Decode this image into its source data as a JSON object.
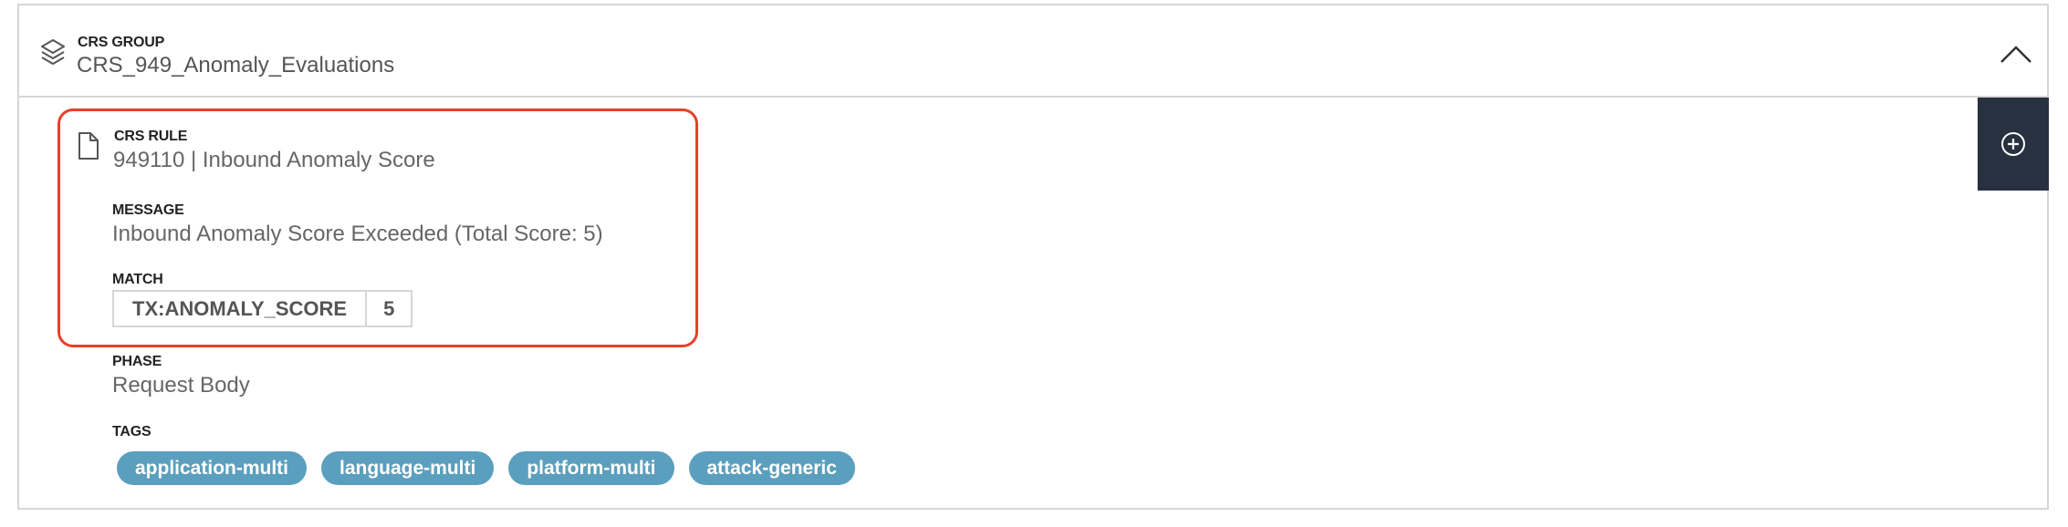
{
  "group": {
    "label": "CRS GROUP",
    "name": "CRS_949_Anomaly_Evaluations"
  },
  "rule": {
    "label": "CRS RULE",
    "value": "949110 | Inbound Anomaly Score"
  },
  "message": {
    "label": "MESSAGE",
    "value": "Inbound Anomaly Score Exceeded (Total Score: 5)"
  },
  "match": {
    "label": "MATCH",
    "variable": "TX:ANOMALY_SCORE",
    "value": "5"
  },
  "phase": {
    "label": "PHASE",
    "value": "Request Body"
  },
  "tags": {
    "label": "TAGS",
    "items": [
      "application-multi",
      "language-multi",
      "platform-multi",
      "attack-generic"
    ]
  },
  "colors": {
    "highlight": "#e8402a",
    "tag": "#5b9fbe",
    "add_button": "#27313f"
  }
}
